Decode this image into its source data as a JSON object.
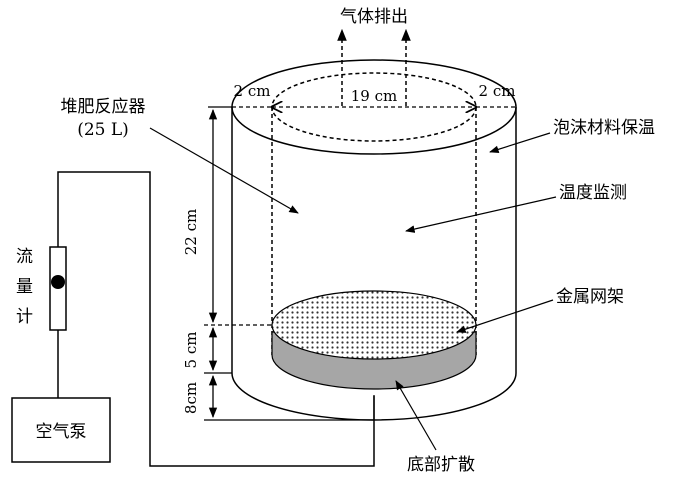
{
  "labels": {
    "gas_out": "气体排出",
    "reactor_name": "堆肥反应器",
    "reactor_volume": "(25 L)",
    "foam": "泡沫材料保温",
    "temp": "温度监测",
    "mesh": "金属网架",
    "diffusion": "底部扩散",
    "pump": "空气泵",
    "flowmeter_1": "流",
    "flowmeter_2": "量",
    "flowmeter_3": "计"
  },
  "dimensions": {
    "insulation_left": "2 cm",
    "inner_diameter": "19 cm",
    "insulation_right": "2 cm",
    "height_upper": "22 cm",
    "height_mesh": "5 cm",
    "height_bottom": "8cm"
  },
  "colors": {
    "line": "#000000",
    "diffuser_fill": "#a6a6a6",
    "mesh_fill": "#e9e9e9",
    "background": "#ffffff"
  }
}
